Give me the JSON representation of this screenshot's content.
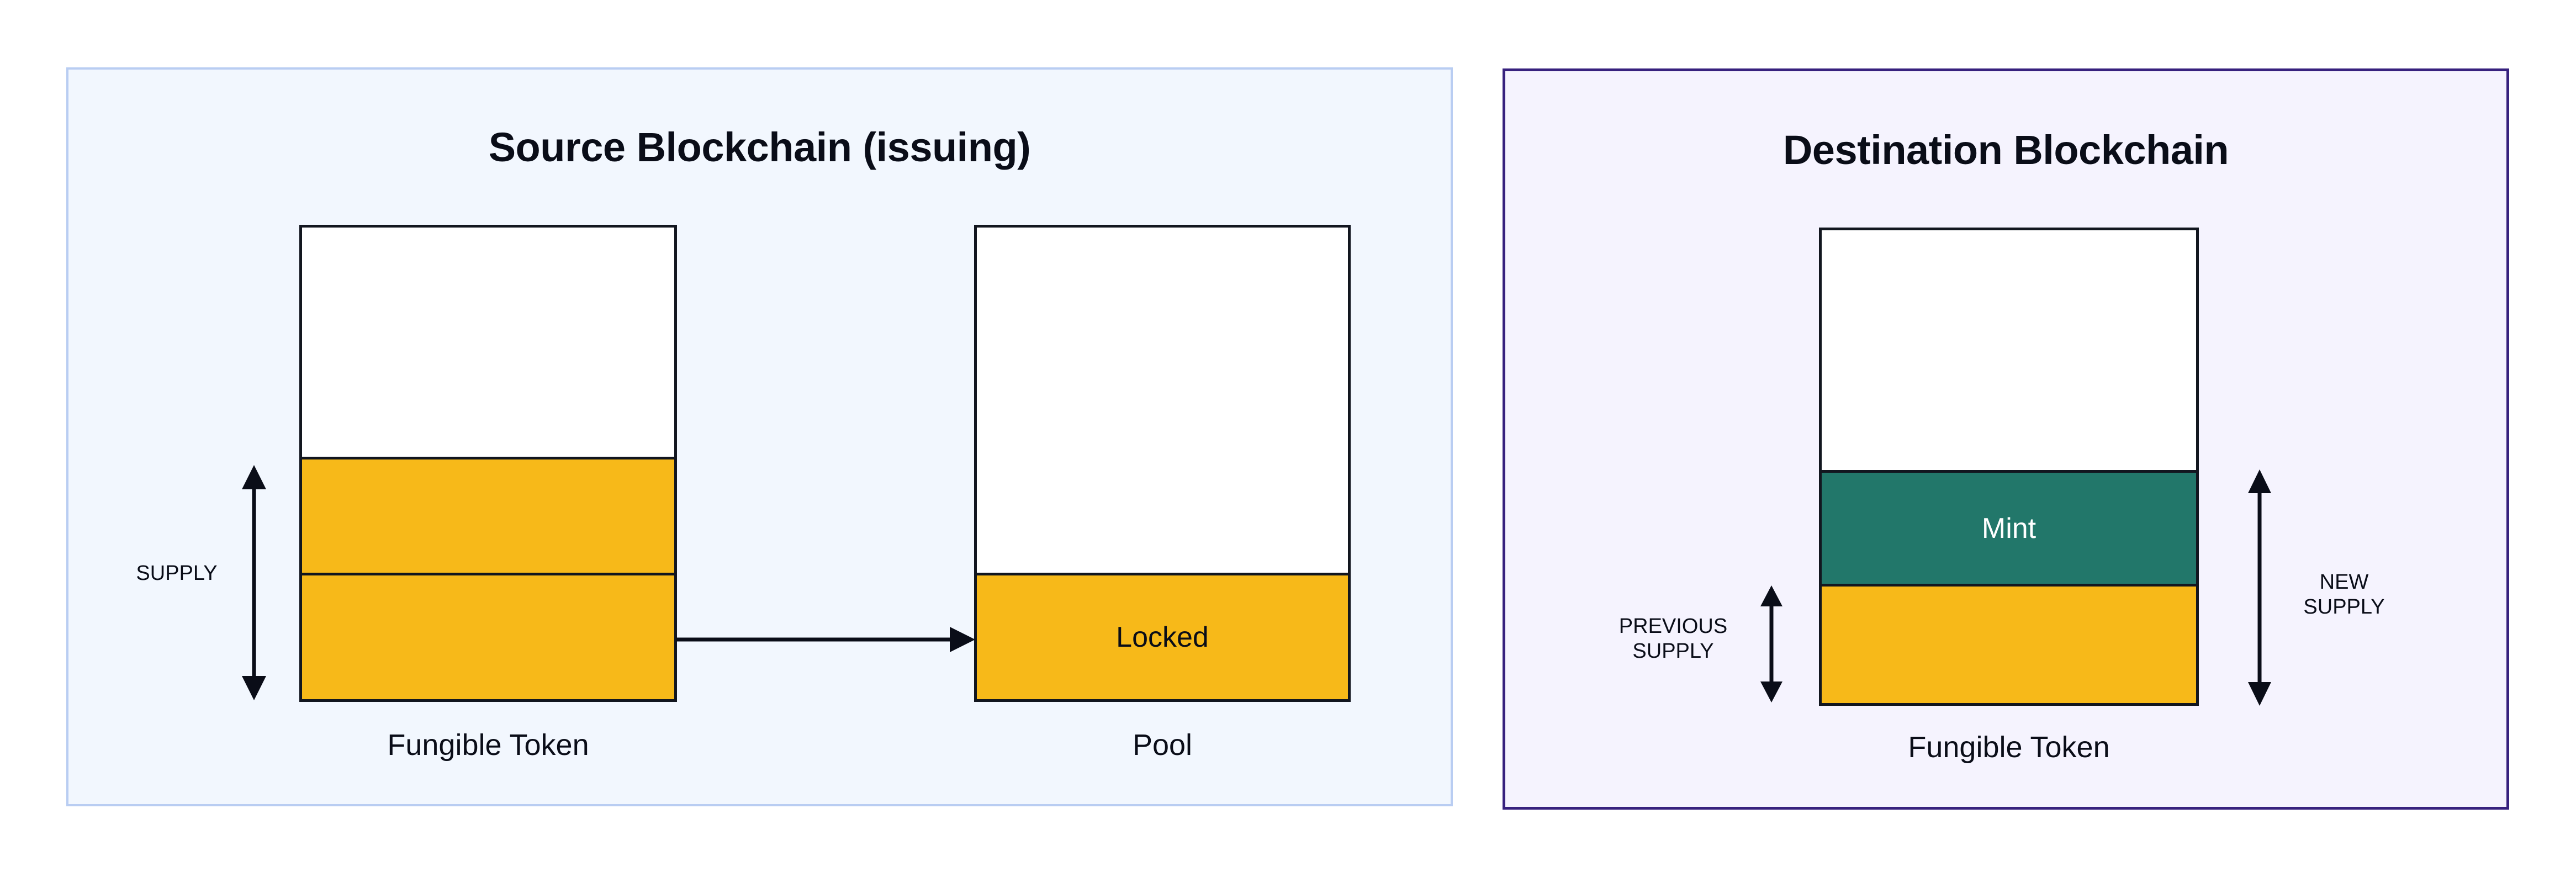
{
  "diagram": {
    "type": "lock-and-mint bridge diagram",
    "panels": [
      {
        "id": "source",
        "title": "Source Blockchain (issuing)",
        "background_color": "#f2f7fe",
        "border_color": "#b9cdf2"
      },
      {
        "id": "destination",
        "title": "Destination Blockchain",
        "background_color": "#f5f3fe",
        "border_color": "#37217e"
      }
    ]
  },
  "source_panel": {
    "title": "Source Blockchain (issuing)",
    "fungible_token_bar": {
      "caption": "Fungible Token",
      "segments": [
        {
          "name": "empty",
          "label": "",
          "fill": "#ffffff",
          "fraction": 0.49
        },
        {
          "name": "supply-upper",
          "label": "",
          "fill": "#f7b919",
          "fraction": 0.245
        },
        {
          "name": "supply-lower",
          "label": "",
          "fill": "#f7b919",
          "fraction": 0.265
        }
      ]
    },
    "pool_bar": {
      "caption": "Pool",
      "segments": [
        {
          "name": "empty",
          "label": "",
          "fill": "#ffffff",
          "fraction": 0.735
        },
        {
          "name": "locked",
          "label": "Locked",
          "fill": "#f7b919",
          "fraction": 0.265
        }
      ]
    },
    "supply_measure": {
      "label": "SUPPLY"
    },
    "transfer_arrow": {
      "label": "",
      "direction": "right"
    }
  },
  "destination_panel": {
    "title": "Destination Blockchain",
    "fungible_token_bar": {
      "caption": "Fungible Token",
      "segments": [
        {
          "name": "empty",
          "label": "",
          "fill": "#ffffff",
          "fraction": 0.513
        },
        {
          "name": "mint",
          "label": "Mint",
          "fill": "#22776a",
          "fraction": 0.238
        },
        {
          "name": "previous-supply",
          "label": "",
          "fill": "#f7b919",
          "fraction": 0.249
        }
      ]
    },
    "previous_supply_measure": {
      "label": "PREVIOUS\nSUPPLY"
    },
    "new_supply_measure": {
      "label": "NEW\nSUPPLY"
    }
  },
  "colors": {
    "yellow": "#f7b919",
    "teal": "#22776a",
    "stroke": "#12161f",
    "source_panel_bg": "#f2f7fe",
    "source_panel_border": "#b9cdf2",
    "dest_panel_bg": "#f5f3fe",
    "dest_panel_border": "#37217e",
    "text": "#0a0d18"
  }
}
